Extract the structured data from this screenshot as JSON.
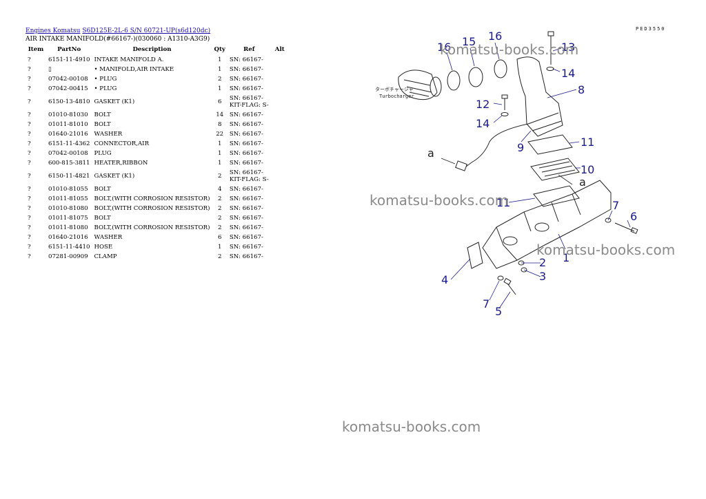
{
  "breadcrumb": {
    "engines": "Engines Komatsu",
    "model": "S6D125E-2L-6 S/N 60721-UP(s6d120dc)"
  },
  "page_title": "AIR INTAKE MANIFOLD(#66167-)(030060 : A1310-A3G9)",
  "table": {
    "headers": {
      "item": "Item",
      "partno": "PartNo",
      "description": "Description",
      "qty": "Qty",
      "ref": "Ref",
      "alt": "Alt"
    },
    "rows": [
      {
        "item": "?",
        "partno": "6151-11-4910",
        "description": "INTAKE MANIFOLD A.",
        "qty": "1",
        "ref": "SN: 66167-",
        "ref2": ""
      },
      {
        "item": "?",
        "partno": "▯",
        "description": "• MANIFOLD,AIR INTAKE",
        "qty": "1",
        "ref": "SN: 66167-",
        "ref2": ""
      },
      {
        "item": "?",
        "partno": "07042-00108",
        "description": "• PLUG",
        "qty": "2",
        "ref": "SN: 66167-",
        "ref2": ""
      },
      {
        "item": "?",
        "partno": "07042-00415",
        "description": "• PLUG",
        "qty": "1",
        "ref": "SN: 66167-",
        "ref2": ""
      },
      {
        "item": "?",
        "partno": "6150-13-4810",
        "description": "GASKET (K1)",
        "qty": "6",
        "ref": "SN: 66167-",
        "ref2": "KIT-FLAG: S-"
      },
      {
        "item": "?",
        "partno": "01010-81030",
        "description": "BOLT",
        "qty": "14",
        "ref": "SN: 66167-",
        "ref2": ""
      },
      {
        "item": "?",
        "partno": "01011-81010",
        "description": "BOLT",
        "qty": "8",
        "ref": "SN: 66167-",
        "ref2": ""
      },
      {
        "item": "?",
        "partno": "01640-21016",
        "description": "WASHER",
        "qty": "22",
        "ref": "SN: 66167-",
        "ref2": ""
      },
      {
        "item": "?",
        "partno": "6151-11-4362",
        "description": "CONNECTOR,AIR",
        "qty": "1",
        "ref": "SN: 66167-",
        "ref2": ""
      },
      {
        "item": "?",
        "partno": "07042-00108",
        "description": "PLUG",
        "qty": "1",
        "ref": "SN: 66167-",
        "ref2": ""
      },
      {
        "item": "?",
        "partno": "600-815-3811",
        "description": "HEATER,RIBBON",
        "qty": "1",
        "ref": "SN: 66167-",
        "ref2": ""
      },
      {
        "item": "?",
        "partno": "6150-11-4821",
        "description": "GASKET (K1)",
        "qty": "2",
        "ref": "SN: 66167-",
        "ref2": "KIT-FLAG: S-"
      },
      {
        "item": "?",
        "partno": "01010-81055",
        "description": "BOLT",
        "qty": "4",
        "ref": "SN: 66167-",
        "ref2": ""
      },
      {
        "item": "?",
        "partno": "01011-81055",
        "description": "BOLT,(WITH CORROSION RESISTOR)",
        "qty": "2",
        "ref": "SN: 66167-",
        "ref2": ""
      },
      {
        "item": "?",
        "partno": "01010-81080",
        "description": "BOLT,(WITH CORROSION RESISTOR)",
        "qty": "2",
        "ref": "SN: 66167-",
        "ref2": ""
      },
      {
        "item": "?",
        "partno": "01011-81075",
        "description": "BOLT",
        "qty": "2",
        "ref": "SN: 66167-",
        "ref2": ""
      },
      {
        "item": "?",
        "partno": "01011-81080",
        "description": "BOLT,(WITH CORROSION RESISTOR)",
        "qty": "2",
        "ref": "SN: 66167-",
        "ref2": ""
      },
      {
        "item": "?",
        "partno": "01640-21016",
        "description": "WASHER",
        "qty": "6",
        "ref": "SN: 66167-",
        "ref2": ""
      },
      {
        "item": "?",
        "partno": "6151-11-4410",
        "description": "HOSE",
        "qty": "1",
        "ref": "SN: 66167-",
        "ref2": ""
      },
      {
        "item": "?",
        "partno": "07281-00909",
        "description": "CLAMP",
        "qty": "2",
        "ref": "SN: 66167-",
        "ref2": ""
      }
    ]
  },
  "diagram": {
    "sheet_code": "PED3550",
    "watermark": "komatsu-books.com",
    "turbo_label_jp": "ターボチャージャ",
    "turbo_label_en": "Turbocharger",
    "arrow_label": "a",
    "callouts": [
      "16",
      "15",
      "16",
      "13",
      "14",
      "8",
      "12",
      "14",
      "9",
      "11",
      "10",
      "11",
      "7",
      "6",
      "1",
      "2",
      "3",
      "4",
      "7",
      "5"
    ],
    "line_color": "#1a1a8c"
  }
}
